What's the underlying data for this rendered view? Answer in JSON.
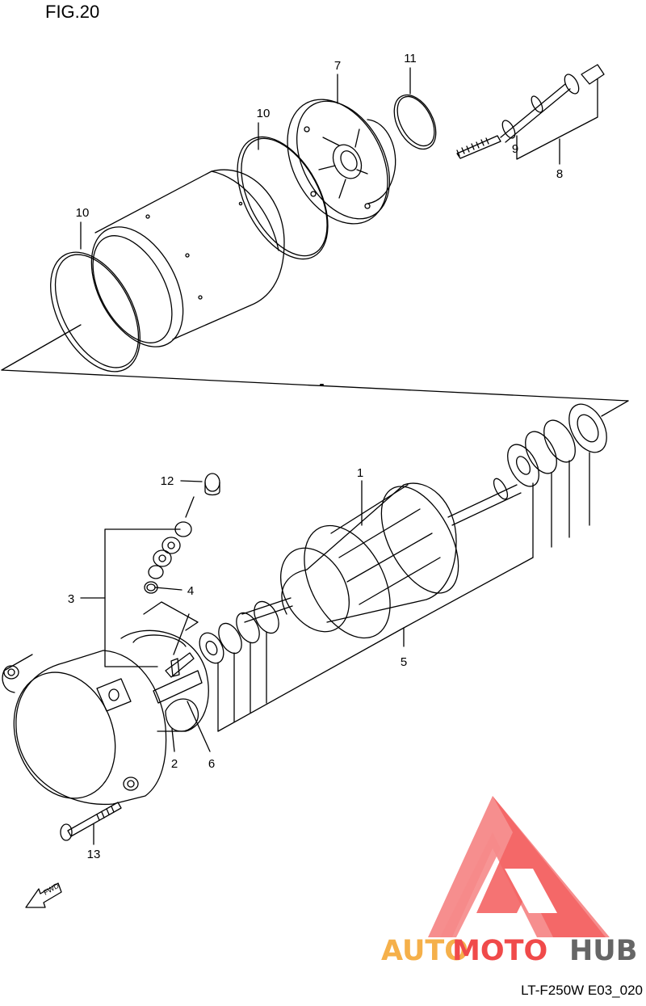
{
  "figure": {
    "title": "FIG.20",
    "code": "LT-F250W E03_020",
    "fwd_label": "FWD"
  },
  "callouts": [
    {
      "id": "c1",
      "label": "1"
    },
    {
      "id": "c2",
      "label": "2"
    },
    {
      "id": "c3",
      "label": "3"
    },
    {
      "id": "c4",
      "label": "4"
    },
    {
      "id": "c5",
      "label": "5"
    },
    {
      "id": "c6",
      "label": "6"
    },
    {
      "id": "c7",
      "label": "7"
    },
    {
      "id": "c8",
      "label": "8"
    },
    {
      "id": "c9",
      "label": "9"
    },
    {
      "id": "c10a",
      "label": "10"
    },
    {
      "id": "c10b",
      "label": "10"
    },
    {
      "id": "c11",
      "label": "11"
    },
    {
      "id": "c12",
      "label": "12"
    },
    {
      "id": "c13",
      "label": "13"
    }
  ],
  "watermark": {
    "part1": "AUTO",
    "part2": "MOTO",
    "part3": "HUB",
    "color_light": "#f5b04a",
    "color_red": "#f04a4a",
    "color_dark": "#666666"
  }
}
